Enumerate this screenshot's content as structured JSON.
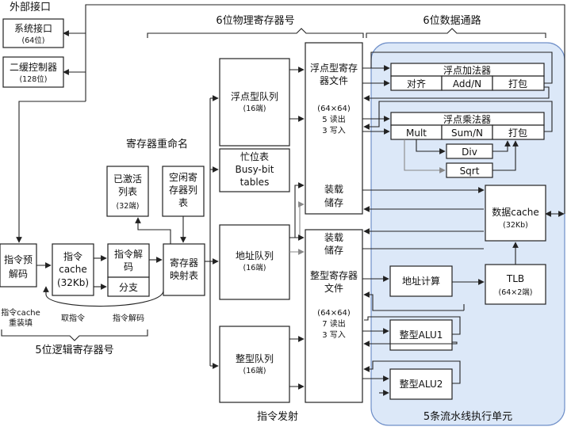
{
  "labels": {
    "external_interface": "外部接口",
    "system_interface": "系统接口",
    "system_interface_sub": "(64位)",
    "l2_controller": "二缓控制器",
    "l2_controller_sub": "(128位)",
    "phys_reg_number": "6位物理寄存器号",
    "data_path": "6位数据通路",
    "fp_queue": "浮点型队列",
    "fp_queue_sub": "(16端)",
    "busy_bit_1": "忙位表",
    "busy_bit_2": "Busy-bit",
    "busy_bit_3": "tables",
    "reg_rename": "寄存器重命名",
    "active_list_1": "已激活",
    "active_list_2": "列表",
    "active_list_sub": "(32端)",
    "free_list_1": "空闲寄",
    "free_list_2": "存器列",
    "free_list_3": "表",
    "predecode_1": "指令预",
    "predecode_2": "解码",
    "icache_1": "指令",
    "icache_2": "cache",
    "icache_3": "(32Kb)",
    "decode_1": "指令解",
    "decode_2": "码",
    "branch": "分支",
    "reg_map_1": "寄存器",
    "reg_map_2": "映射表",
    "addr_queue": "地址队列",
    "addr_queue_sub": "(16端)",
    "int_queue": "整型队列",
    "int_queue_sub": "(16端)",
    "fp_regfile_1": "浮点型寄存",
    "fp_regfile_2": "器文件",
    "fp_regfile_3": "(64×64)",
    "fp_regfile_4": "5 读出",
    "fp_regfile_5": "3 写入",
    "load_store_1": "装载",
    "load_store_2": "储存",
    "int_regfile_1": "装载",
    "int_regfile_2": "储存",
    "int_regfile_3": "整型寄存器",
    "int_regfile_4": "文件",
    "int_regfile_5": "(64×64)",
    "int_regfile_6": "7 读出",
    "int_regfile_7": "3 写入",
    "fp_adder": "浮点加法器",
    "align": "对齐",
    "add_n": "Add/N",
    "pack_1": "打包",
    "fp_mult": "浮点乘法器",
    "mult": "Mult",
    "sum_n": "Sum/N",
    "pack_2": "打包",
    "div": "Div",
    "sqrt": "Sqrt",
    "dcache_1": "数据cache",
    "dcache_2": "(32Kb)",
    "addr_calc": "地址计算",
    "tlb_1": "TLB",
    "tlb_2": "(64×2端)",
    "int_alu1": "整型ALU1",
    "int_alu2": "整型ALU2",
    "icache_refill_1": "指令cache",
    "icache_refill_2": "重装填",
    "fetch": "取指令",
    "decode_stage": "指令解码",
    "logical_reg_number": "5位逻辑寄存器号",
    "issue": "指令发射",
    "exec_units": "5条流水线执行单元"
  },
  "colors": {
    "exec_region_fill": "#dce8f8",
    "exec_region_stroke": "#6f8fc8",
    "line": "#222222",
    "gray_line": "#888888"
  }
}
